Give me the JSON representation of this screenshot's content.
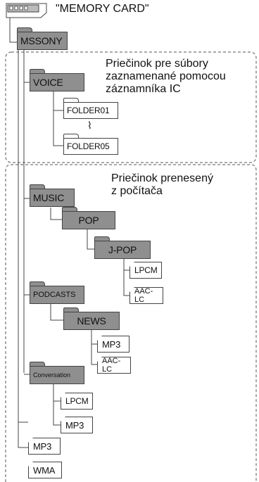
{
  "root": {
    "label": "\"MEMORY CARD\"",
    "icon": "memory-card-icon"
  },
  "top_folder": {
    "label": "MSSONY"
  },
  "regions": [
    {
      "description": "Priečinok pre súbory\nzaznamenané pomocou\nzáznamníka IC"
    },
    {
      "description": "Priečinok prenesený\nz počítača"
    }
  ],
  "voice": {
    "label": "VOICE",
    "folders": [
      "FOLDER01",
      "FOLDER05"
    ],
    "ellipsis": "⌇"
  },
  "music": {
    "label": "MUSIC",
    "pop": "POP",
    "jpop": "J-POP",
    "files": [
      "LPCM",
      "AAC-LC"
    ]
  },
  "podcasts": {
    "label": "PODCASTS",
    "news": "NEWS",
    "files": [
      "MP3",
      "AAC-LC"
    ]
  },
  "conversation": {
    "label": "Conversation",
    "files": [
      "LPCM",
      "MP3"
    ]
  },
  "root_files": [
    "MP3",
    "WMA"
  ],
  "colors": {
    "folder_gray": "#8f8f8f",
    "line": "#444444"
  }
}
